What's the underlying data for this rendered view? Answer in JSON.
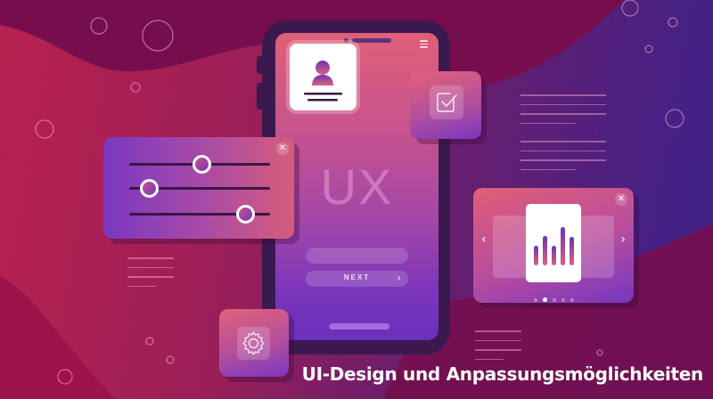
{
  "caption": "UI-Design und Anpassungsmöglichkeiten",
  "phone": {
    "screen_title": "UX",
    "next_label": "NEXT",
    "next_icon": "chevron-right-icon",
    "menu_icon": "hamburger-menu-icon",
    "profile_icon": "user-avatar-icon"
  },
  "slider_card": {
    "close_icon": "close-icon",
    "close_glyph": "✕",
    "sliders": [
      {
        "position_pct": 50
      },
      {
        "position_pct": 15
      },
      {
        "position_pct": 83
      }
    ]
  },
  "check_card": {
    "icon": "checkbox-check-icon"
  },
  "gear_card": {
    "icon": "gear-icon"
  },
  "chart_card": {
    "close_glyph": "✕",
    "prev_glyph": "‹",
    "next_glyph": "›",
    "bars_relative_heights": [
      50,
      70,
      45,
      90,
      70
    ],
    "dots": 5,
    "active_dot": 1
  },
  "colors": {
    "bg_left": "#b8214f",
    "bg_right": "#3b2288",
    "wave_dark": "#760e4e",
    "phone_frame": "#3a1a4e",
    "accent_pink": "#e05f78",
    "accent_purple": "#6a2fbd"
  }
}
